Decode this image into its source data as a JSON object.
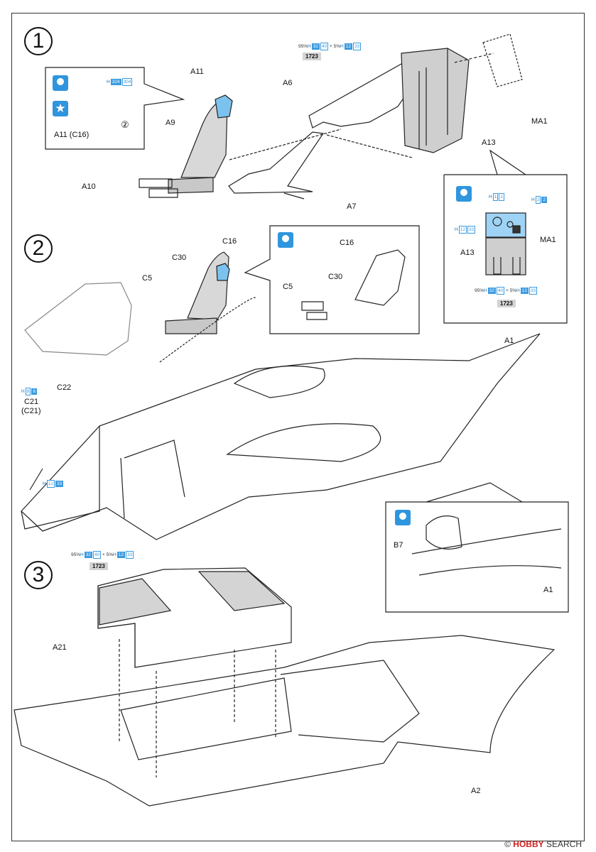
{
  "steps": [
    "1",
    "2",
    "3"
  ],
  "step1": {
    "parts": {
      "a11": "A11",
      "a9": "A9",
      "a10": "A10",
      "a6": "A6",
      "a7": "A7",
      "a13": "A13",
      "ma1": "MA1"
    },
    "inset": {
      "code_h": "H",
      "code_a": "324",
      "code_b": "304",
      "label": "A11 (C16)",
      "circ": "②"
    },
    "paint": {
      "pct1": "95%",
      "h1": "H",
      "n1a": "32",
      "n1b": "40",
      "plus": "+ 5%",
      "h2": "H",
      "n2a": "12",
      "n2b": "33",
      "tag": "1723"
    },
    "detail": {
      "h1": "H",
      "h1v": "1",
      "h1w": "1",
      "h2": "H",
      "h2v": "2",
      "h2w": "2",
      "h3": "H",
      "h3v": "12",
      "h3w": "33",
      "ma1": "MA1",
      "a13": "A13",
      "pct1": "95%",
      "h4": "H",
      "n4a": "32",
      "n4b": "40",
      "plus": "+ 5%",
      "h5": "H",
      "n5a": "12",
      "n5b": "33",
      "tag": "1723"
    }
  },
  "step2": {
    "parts": {
      "c16": "C16",
      "c30": "C30",
      "c5": "C5",
      "a1": "A1",
      "c22": "C22",
      "c21": "C21",
      "c21b": "(C21)"
    },
    "inset": {
      "c16": "C16",
      "c30": "C30",
      "c5": "C5"
    },
    "c21code": {
      "h": "H",
      "a": "8",
      "b": "8"
    },
    "c22code": {
      "h": "H",
      "a": "12",
      "b": "33"
    },
    "paint": {
      "pct1": "95%",
      "h1": "H",
      "n1a": "32",
      "n1b": "40",
      "plus": "+ 5%",
      "h2": "H",
      "n2a": "12",
      "n2b": "33",
      "tag": "1723"
    },
    "detail": {
      "b7": "B7",
      "a1": "A1"
    }
  },
  "step3": {
    "parts": {
      "a21": "A21",
      "a2": "A2"
    }
  },
  "watermark": {
    "mark": "©",
    "brand": "HOBBY",
    "rest": "SEARCH"
  }
}
